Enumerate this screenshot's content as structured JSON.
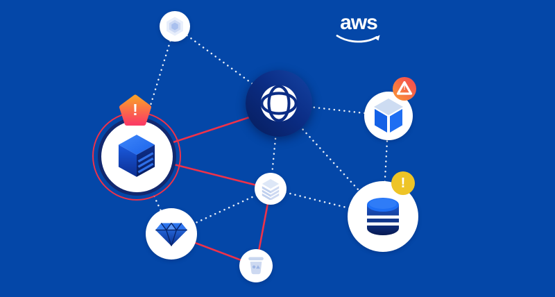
{
  "illustration": {
    "description": "AWS cloud architecture network illustration with alert states",
    "background_color": "#0447a8",
    "accent_red": "#ee324a",
    "dotted_line_color": "#ffffff",
    "node_color": "#ffffff",
    "logo": {
      "text": "aws"
    },
    "nodes": [
      {
        "id": "hexagon",
        "icon": "hexagon-icon"
      },
      {
        "id": "globe",
        "icon": "globe-icon"
      },
      {
        "id": "server",
        "icon": "server-cube-icon",
        "highlighted_ring_color": "#ee324a",
        "badge": {
          "shape": "pentagon",
          "gradient_top": "#f99d2b",
          "gradient_bottom": "#fb3e63",
          "glyph": "!"
        }
      },
      {
        "id": "cube",
        "icon": "cube-icon",
        "badge": {
          "shape": "warning-triangle-circle",
          "gradient_from": "#fa9a35",
          "gradient_to": "#f2484f",
          "glyph": "!"
        }
      },
      {
        "id": "layers",
        "icon": "layers-icon"
      },
      {
        "id": "database",
        "icon": "database-icon",
        "badge": {
          "shape": "circle",
          "color": "#eec427",
          "glyph": "!"
        }
      },
      {
        "id": "diamond",
        "icon": "diamond-icon"
      },
      {
        "id": "trash",
        "icon": "trash-icon"
      }
    ],
    "connections": {
      "dotted": [
        "hexagon-server",
        "hexagon-globe",
        "globe-cube",
        "globe-layers",
        "globe-database",
        "layers-database",
        "layers-diamond",
        "server-diamond",
        "cube-database"
      ],
      "red": [
        "server-globe",
        "server-layers",
        "layers-trash",
        "diamond-trash"
      ]
    }
  }
}
